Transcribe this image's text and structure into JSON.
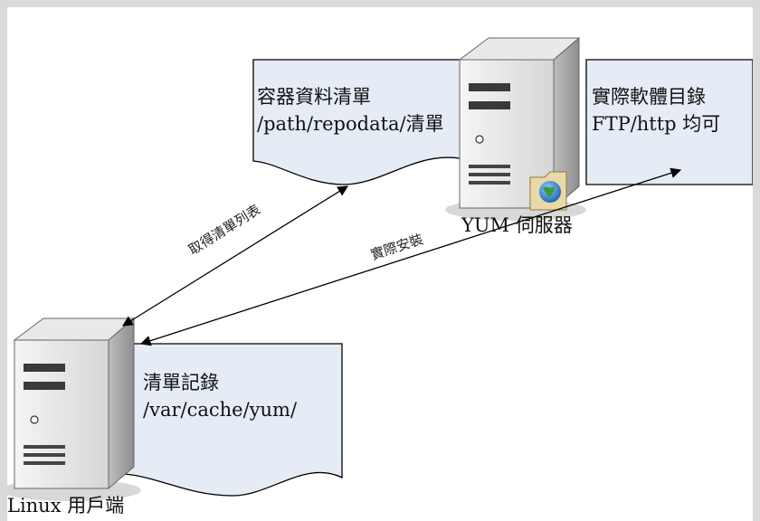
{
  "repo_doc": {
    "line1": "容器資料清單",
    "line2": "/path/repodata/清單"
  },
  "software_doc": {
    "line1": "實際軟體目錄",
    "line2": "FTP/http 均可"
  },
  "client_doc": {
    "line1": "清單記錄",
    "line2": "/var/cache/yum/"
  },
  "yum_server_label": "YUM 伺服器",
  "client_label": "Linux 用戶端",
  "arrow_get_list": "取得清單列表",
  "arrow_install": "實際安裝",
  "colors": {
    "doc_fill": "#e6ecf6",
    "server_light": "#eeeeee",
    "server_mid": "#cfcfcf",
    "server_dark": "#9a9a9a",
    "folder": "#e8d9a6",
    "globe": "#2f7fd0"
  },
  "icons": [
    "server-icon",
    "document-icon",
    "folder-globe-icon",
    "double-arrow-icon"
  ]
}
